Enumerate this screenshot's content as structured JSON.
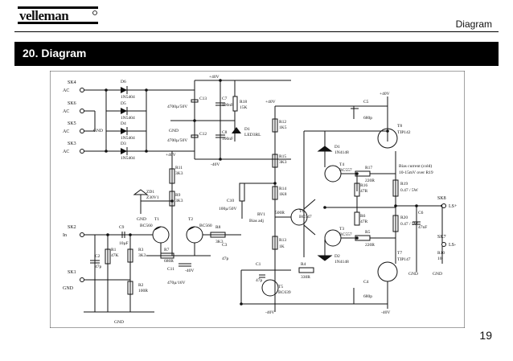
{
  "brand": {
    "name": "velleman"
  },
  "header": {
    "label": "Diagram"
  },
  "section": {
    "title": "20.  Diagram"
  },
  "page_number": "19",
  "schematic": {
    "connectors": [
      {
        "ref": "SK4",
        "label": "AC"
      },
      {
        "ref": "SK6",
        "label": "AC"
      },
      {
        "ref": "SK5",
        "label": "AC"
      },
      {
        "ref": "SK3",
        "label": "AC"
      },
      {
        "ref": "SK2",
        "label": "In"
      },
      {
        "ref": "SK1",
        "label": "GND"
      },
      {
        "ref": "SK8",
        "label": "LS+"
      },
      {
        "ref": "SK7",
        "label": "LS-"
      }
    ],
    "diodes": [
      {
        "ref": "D6",
        "value": "1N5404"
      },
      {
        "ref": "D5",
        "value": "1N5404"
      },
      {
        "ref": "D4",
        "value": "1N5404"
      },
      {
        "ref": "D3",
        "value": "1N5404"
      },
      {
        "ref": "D1",
        "value": "LED3RL"
      },
      {
        "ref": "D1",
        "value": "1N4148"
      },
      {
        "ref": "D2",
        "value": "1N4148"
      },
      {
        "ref": "ZD1",
        "value": "Z30V1"
      }
    ],
    "caps": [
      {
        "ref": "C13",
        "value": "4700µ/50V"
      },
      {
        "ref": "C7",
        "value": "100nF"
      },
      {
        "ref": "C12",
        "value": "4700µ/50V"
      },
      {
        "ref": "C8",
        "value": "100nF"
      },
      {
        "ref": "C10",
        "value": "100µ/50V"
      },
      {
        "ref": "C9",
        "value": "10µF"
      },
      {
        "ref": "C2",
        "value": "47p"
      },
      {
        "ref": "C11",
        "value": "470µ/16V"
      },
      {
        "ref": "C3",
        "value": "47p"
      },
      {
        "ref": "C1",
        "value": "47p"
      },
      {
        "ref": "C5",
        "value": "680p"
      },
      {
        "ref": "C4",
        "value": "680p"
      },
      {
        "ref": "C6",
        "value": "47nF"
      }
    ],
    "resistors": [
      {
        "ref": "R18",
        "value": "15K"
      },
      {
        "ref": "R11",
        "value": "3K3"
      },
      {
        "ref": "R9",
        "value": "3K3"
      },
      {
        "ref": "R12",
        "value": "1K5"
      },
      {
        "ref": "R15",
        "value": "3K3"
      },
      {
        "ref": "R14",
        "value": "1K8"
      },
      {
        "ref": "R13",
        "value": "1K"
      },
      {
        "ref": "RV1",
        "value": "500R"
      },
      {
        "ref": "R1",
        "value": "47K"
      },
      {
        "ref": "R3",
        "value": "3K3"
      },
      {
        "ref": "R7",
        "value": "680R"
      },
      {
        "ref": "R2",
        "value": "100R"
      },
      {
        "ref": "R8",
        "value": "3K3"
      },
      {
        "ref": "R4",
        "value": "330R"
      },
      {
        "ref": "R17",
        "value": "220R"
      },
      {
        "ref": "R16",
        "value": "47R"
      },
      {
        "ref": "R19",
        "value": "0.47 / 5W"
      },
      {
        "ref": "R6",
        "value": "47R"
      },
      {
        "ref": "R5",
        "value": "220R"
      },
      {
        "ref": "R20",
        "value": "0.47 / 5W"
      },
      {
        "ref": "R10",
        "value": "10"
      }
    ],
    "transistors": [
      {
        "ref": "T1",
        "value": "BC560"
      },
      {
        "ref": "T2",
        "value": "BC560"
      },
      {
        "ref": "T6",
        "value": "BC547"
      },
      {
        "ref": "T5",
        "value": "BC639"
      },
      {
        "ref": "T4",
        "value": "BC557"
      },
      {
        "ref": "T3",
        "value": "BC557"
      },
      {
        "ref": "T8",
        "value": "TIP142"
      },
      {
        "ref": "T7",
        "value": "TIP147"
      }
    ],
    "rails": {
      "pos": "+40V",
      "neg": "-40V",
      "gnd": "GND"
    },
    "notes": {
      "bias": "Bias adj",
      "bias_current": "Bias current (cold)",
      "bias_current_value": "10-15mV over R19"
    }
  }
}
